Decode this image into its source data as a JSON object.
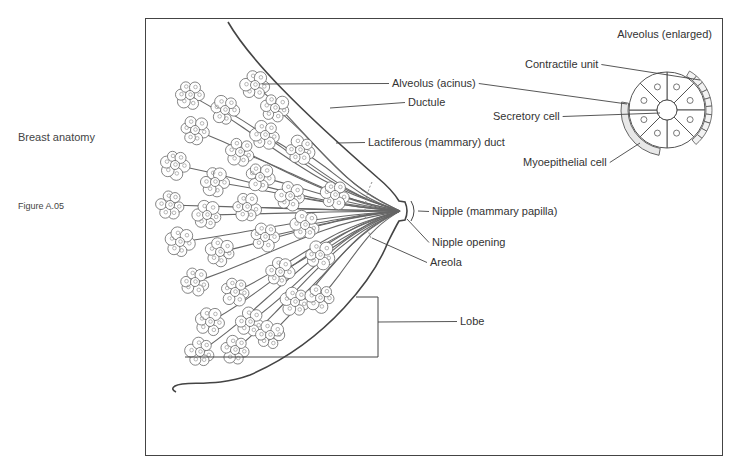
{
  "diagram": {
    "title": "Breast anatomy",
    "caption": "Figure A.05",
    "labels": [
      "Alveolus (enlarged)",
      "Contractile unit",
      "Alveolus (acinus)",
      "Ductule",
      "Secretory cell",
      "Lactiferous (mammary) duct",
      "Myoepithelial cell",
      "Nipple (mammary papilla)",
      "Nipple opening",
      "Areola",
      "Lobe"
    ]
  }
}
